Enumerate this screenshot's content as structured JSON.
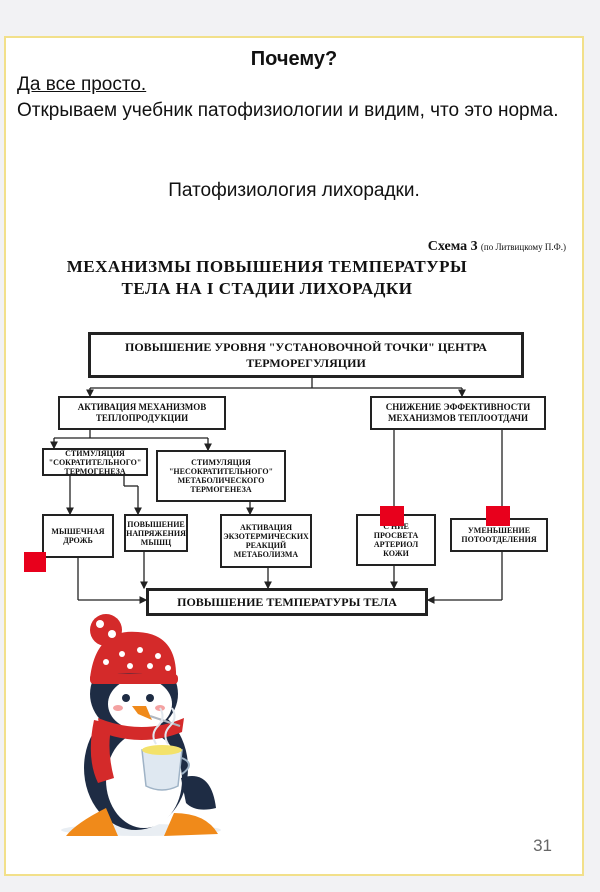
{
  "slide": {
    "title": "Почему?",
    "lead_line1": "Да все просто.",
    "lead_line2": "Открываем учебник патофизиологии и видим, что это норма.",
    "subtitle": "Патофизиология лихорадки.",
    "page_number": "31"
  },
  "scheme": {
    "label_bold": "Схема 3",
    "label_small": "(по Литвицкому П.Ф.)",
    "title_line1": "МЕХАНИЗМЫ ПОВЫШЕНИЯ ТЕМПЕРАТУРЫ",
    "title_line2": "ТЕЛА НА I СТАДИИ ЛИХОРАДКИ",
    "top_box": "ПОВЫШЕНИЕ УРОВНЯ \"УСТАНОВОЧНОЙ ТОЧКИ\" ЦЕНТРА ТЕРМОРЕГУЛЯЦИИ",
    "left_box": "АКТИВАЦИЯ МЕХАНИЗМОВ ТЕПЛОПРОДУКЦИИ",
    "right_box": "СНИЖЕНИЕ ЭФФЕКТИВНОСТИ МЕХАНИЗМОВ ТЕПЛООТДАЧИ",
    "stim1": "СТИМУЛЯЦИЯ \"СОКРАТИТЕЛЬНОГО\" ТЕРМОГЕНЕЗА",
    "stim2": "СТИМУЛЯЦИЯ \"НЕСОКРАТИТЕЛЬНОГО\" МЕТАБОЛИЧЕСКОГО ТЕРМОГЕНЕЗА",
    "leaf1": "МЫШЕЧНАЯ ДРОЖЬ",
    "leaf2": "ПОВЫШЕНИЕ НАПРЯЖЕНИЯ МЫШЦ",
    "leaf3": "АКТИВАЦИЯ ЭКЗОТЕРМИЧЕСКИХ РЕАКЦИЙ МЕТАБОЛИЗМА",
    "leaf4": "С НИЕ ПРОСВЕТА АРТЕРИОЛ КОЖИ",
    "leaf5": "УМЕНЬШЕНИЕ ПОТООТДЕЛЕНИЯ",
    "bottom_box": "ПОВЫШЕНИЕ ТЕМПЕРАТУРЫ ТЕЛА"
  },
  "colors": {
    "accent_red": "#e8001c",
    "slide_border": "#f2e08a"
  }
}
